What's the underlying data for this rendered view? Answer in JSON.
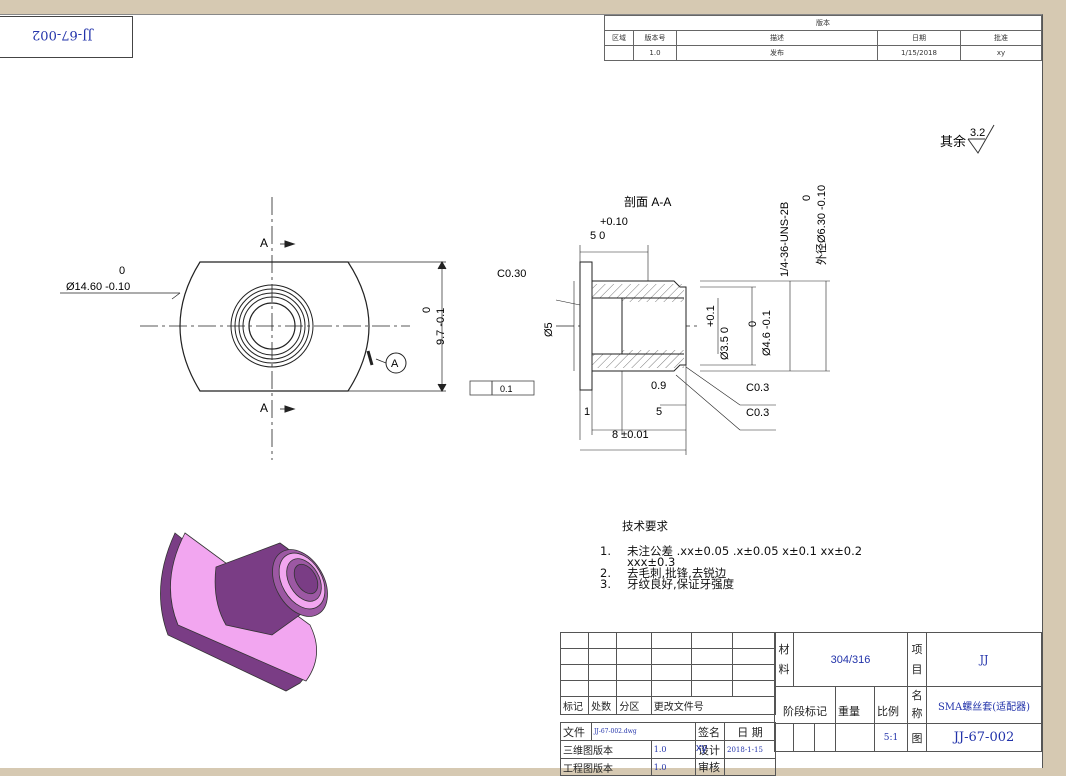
{
  "drawing_no_top": "JJ-67-002",
  "revision": {
    "title": "版本",
    "headers": [
      "区域",
      "版本号",
      "描述",
      "日期",
      "批准"
    ],
    "row": [
      "",
      "1.0",
      "发布",
      "1/15/2018",
      "xy"
    ]
  },
  "surface_finish": {
    "label": "其余",
    "value": "3.2"
  },
  "dimensions": {
    "dia_14_60": "0",
    "dia_14_60_tol": "Ø14.60 -0.10",
    "height_9_7_a": "0",
    "height_9_7_b": "9.7 -0.1",
    "section_label": "剖面 A-A",
    "top_tol": "+0.10",
    "top_five": "5  0",
    "chamfer_030": "C0.30",
    "dia_5": "Ø5",
    "thread": "1/4-36-UNS-2B",
    "outer_dia_a": "0",
    "outer_dia_b": "外径Ø6.30 -0.10",
    "dia_35_a": "+0.1",
    "dia_35_b": "Ø3.5  0",
    "dia_46_a": "0",
    "dia_46_b": "Ø4.6 -0.1",
    "d_09": "0.9",
    "c03_a": "C0.3",
    "c03_b": "C0.3",
    "d_1": "1",
    "d_5": "5",
    "d_8": "8 ±0.01",
    "section_a": "A",
    "detail_a": "A",
    "flatness_frame": "0.1"
  },
  "tech_notes": {
    "title": "技术要求",
    "items": [
      {
        "k": "1.",
        "t": "未注公差 .xx±0.05   .x±0.05    x±0.1    xx±0.2"
      },
      {
        "k": "",
        "t": "xxx±0.3"
      },
      {
        "k": "2.",
        "t": "去毛刺,批锋,去锐边"
      },
      {
        "k": "3.",
        "t": "牙纹良好,保证牙强度"
      }
    ]
  },
  "title_block": {
    "material_label": "材料",
    "material": "304/316",
    "project_label": "项目",
    "project": "JJ",
    "name_label": "名称",
    "name": "SMA螺丝套(适配器)",
    "figure_label": "图",
    "drawing_no": "JJ-67-002",
    "mark": "标记",
    "count": "处数",
    "zone": "分区",
    "change_doc": "更改文件号",
    "file_label": "文件",
    "file": "JJ-67-002.dwg",
    "sign": "签名",
    "date": "日 期",
    "model_ver_label": "三维图版本",
    "model_ver": "1.0",
    "design_label": "设计",
    "designer": "xy",
    "design_date": "2018-1-15",
    "drawing_ver_label": "工程图版本",
    "drawing_ver": "1.0",
    "check_label": "审核",
    "stage_mark": "阶段标记",
    "weight": "重量",
    "scale_label": "比例",
    "scale": "5:1"
  },
  "colors": {
    "accent": "#2233aa",
    "part_face": "#f2a6f0",
    "part_dark": "#7a3d85",
    "part_mid": "#9c58a3"
  }
}
